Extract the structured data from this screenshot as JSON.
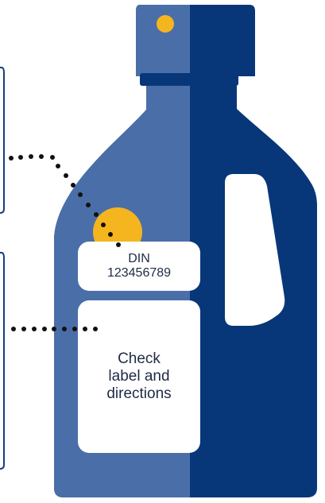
{
  "bottle": {
    "din_title": "DIN",
    "din_number": "123456789",
    "check_label": "Check\nlabel and\ndirections"
  },
  "colors": {
    "bottle_light": "#4a6ea8",
    "bottle_dark": "#073778",
    "accent_yellow": "#f5b51e",
    "label_white": "#ffffff",
    "dot_black": "#111111",
    "outline_blue": "#17407f"
  }
}
